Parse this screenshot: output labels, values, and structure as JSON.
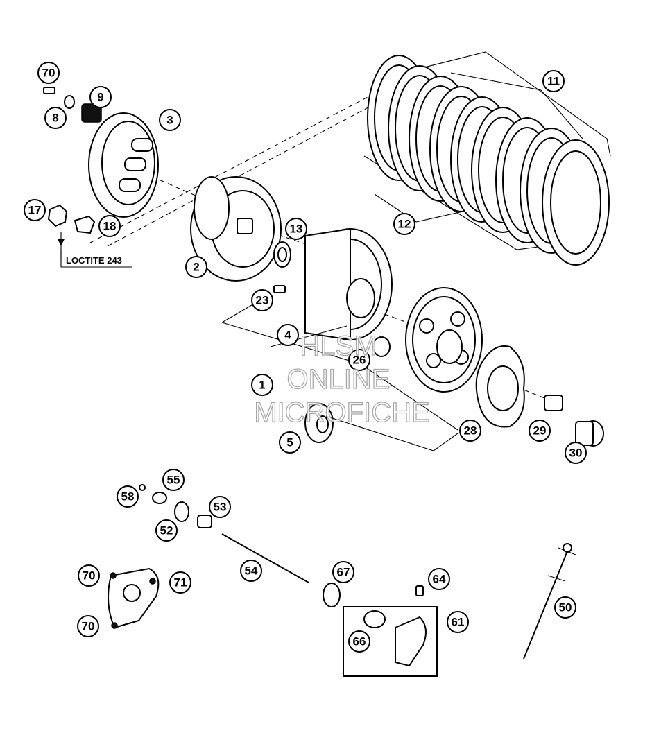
{
  "callouts": [
    {
      "label": "70"
    },
    {
      "label": "8"
    },
    {
      "label": "9"
    },
    {
      "label": "3"
    },
    {
      "label": "17"
    },
    {
      "label": "18"
    },
    {
      "label": "2"
    },
    {
      "label": "13"
    },
    {
      "label": "11"
    },
    {
      "label": "12"
    },
    {
      "label": "23"
    },
    {
      "label": "4"
    },
    {
      "label": "26"
    },
    {
      "label": "1"
    },
    {
      "label": "5"
    },
    {
      "label": "28"
    },
    {
      "label": "29"
    },
    {
      "label": "30"
    },
    {
      "label": "55"
    },
    {
      "label": "58"
    },
    {
      "label": "53"
    },
    {
      "label": "52"
    },
    {
      "label": "54"
    },
    {
      "label": "67"
    },
    {
      "label": "64"
    },
    {
      "label": "70"
    },
    {
      "label": "71"
    },
    {
      "label": "70"
    },
    {
      "label": "61"
    },
    {
      "label": "66"
    },
    {
      "label": "50"
    }
  ],
  "loctite_label": "LOCTITE 243",
  "watermark": {
    "line1": "HLSM",
    "line2": "ONLINE",
    "line3": "MICROFICHE"
  }
}
